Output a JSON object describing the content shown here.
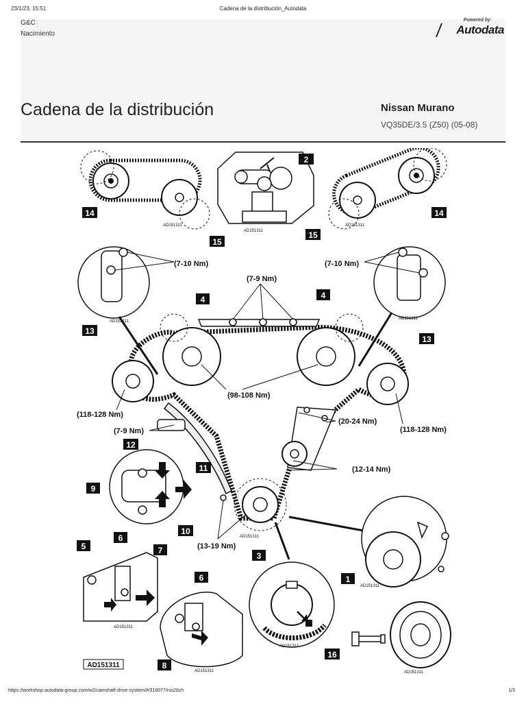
{
  "print_header": {
    "date": "23/1/23, 15:51",
    "title": "Cadena de la distribución_Autodata"
  },
  "breadcrumb": {
    "company": "G&C",
    "section": "Nacimiento"
  },
  "logo": {
    "powered_by": "Powered by",
    "brand": "Autodata"
  },
  "page": {
    "title": "Cadena de la distribución"
  },
  "vehicle": {
    "model": "Nissan Murano",
    "engine": "VQ35DE/3.5 (Z50) (05-08)"
  },
  "figure": {
    "image_id": "AD151311",
    "callouts": [
      "1",
      "2",
      "3",
      "4",
      "4",
      "5",
      "6",
      "6",
      "7",
      "8",
      "9",
      "10",
      "11",
      "12",
      "13",
      "13",
      "14",
      "14",
      "15",
      "15",
      "16"
    ],
    "torques": {
      "bolts_left_13": "(7-10 Nm)",
      "bolts_right_13": "(7-10 Nm)",
      "guide_top": "(7-9 Nm)",
      "camshaft_sprockets": "(98-108 Nm)",
      "camshaft_left": "(118-128 Nm)",
      "camshaft_right": "(118-128 Nm)",
      "tensioner_left": "(7-9 Nm)",
      "guide_right": "(20-24 Nm)",
      "idler": "(12-14 Nm)",
      "lower_guide": "(13-19 Nm)"
    }
  },
  "footer": {
    "url": "https://workshop.autodata-group.com/w2/camshaft-drive-system/#/316077/nis20ch",
    "page": "1/3"
  }
}
